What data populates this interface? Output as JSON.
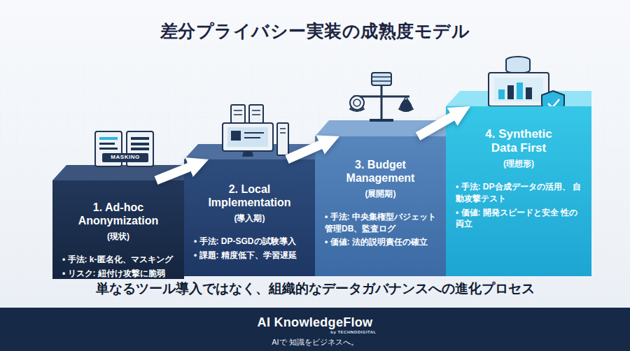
{
  "diagram": {
    "title": "差分プライバシー実装の成熟度モデル",
    "caption": "単なるツール導入ではなく、組織的なデータガバナンスへの進化プロセス",
    "nodes": [
      {
        "text": [
          "1. Ad-hoc Anonymization",
          "(現状)",
          "• 手法: k-匿名化、マスキング",
          "• リスク: 紐付け攻撃に脆弱"
        ]
      },
      {
        "text": [
          "2. Local Implementation",
          "(導入期)",
          "• 手法: DP-SGDの試験導入",
          "• 課題: 精度低下、学習遅延"
        ]
      },
      {
        "text": [
          "3. Budget Management",
          "(展開期)",
          "• 手法: 中央集権型バジェット 管理DB、監査ログ",
          "• 価値: 法的説明責任の確立"
        ]
      },
      {
        "text": [
          "4. Synthetic Data First",
          "(理想形)",
          "• 手法: DP合成データの活用、 自動攻撃テスト",
          "• 価値: 開発スピードと安全 性の両立"
        ]
      },
      {
        "text": [
          "AI KnowledgeFlow",
          "by TECHNODIGITAL",
          "AIで 知識をビジネスへ。"
        ]
      }
    ],
    "edges": [
      {
        "from": 0,
        "to": 1,
        "arrow": "to"
      },
      {
        "from": 1,
        "to": 2,
        "arrow": "to"
      },
      {
        "from": 2,
        "to": 3,
        "arrow": "to"
      }
    ],
    "labels": [
      "MASKING"
    ]
  }
}
